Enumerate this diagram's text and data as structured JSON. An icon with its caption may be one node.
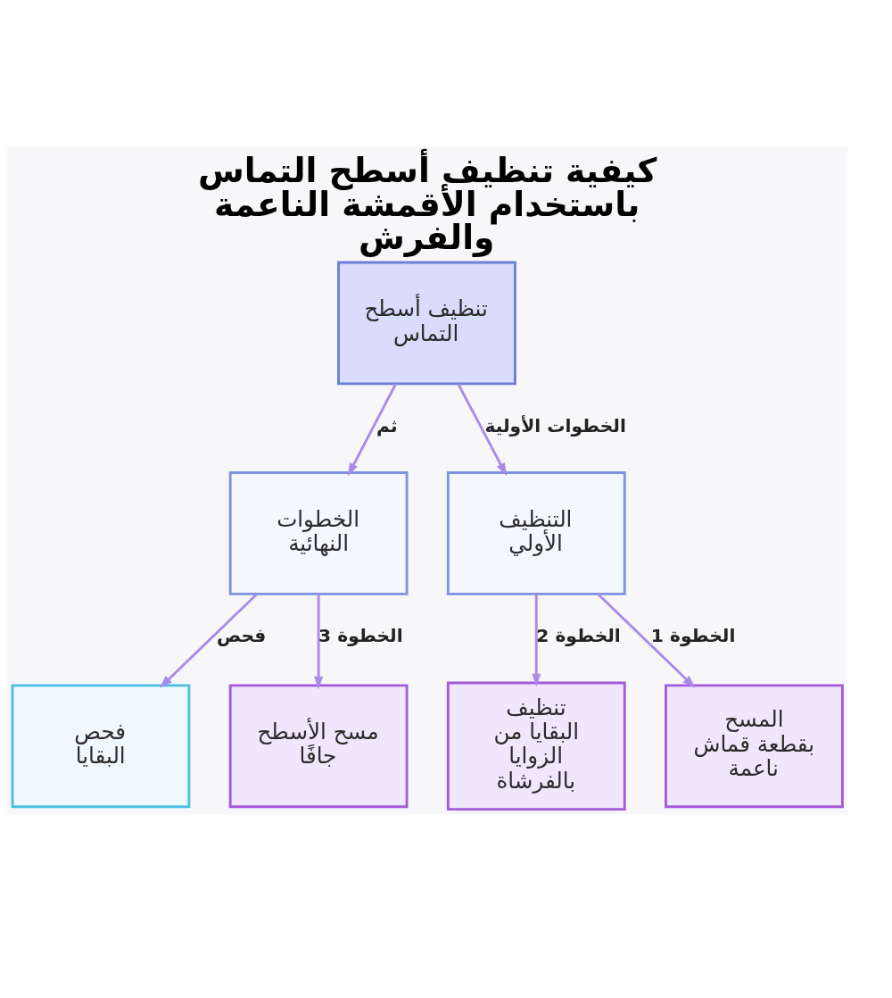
{
  "diagram": {
    "title": "كيفية تنظيف أسطح التماس باستخدام الأقمشة الناعمة والفرش",
    "nodes": [
      {
        "text": [
          "تنظيف أسطح التماس"
        ]
      },
      {
        "text": [
          "التنظيف الأولي"
        ]
      },
      {
        "text": [
          "الخطوات النهائية"
        ]
      },
      {
        "text": [
          "المسح بقطعة قماش ناعمة"
        ]
      },
      {
        "text": [
          "تنظيف البقايا من الزوايا بالفرشاة"
        ]
      },
      {
        "text": [
          "مسح الأسطح جافًا"
        ]
      },
      {
        "text": [
          "فحص البقايا"
        ]
      }
    ],
    "edges": [
      {
        "from": 0,
        "to": 1,
        "arrow": "to",
        "label": "الخطوات الأولية"
      },
      {
        "from": 0,
        "to": 2,
        "arrow": "to",
        "label": "ثم"
      },
      {
        "from": 1,
        "to": 3,
        "arrow": "to",
        "label": "الخطوة 1"
      },
      {
        "from": 1,
        "to": 4,
        "arrow": "to",
        "label": "الخطوة 2"
      },
      {
        "from": 2,
        "to": 5,
        "arrow": "to",
        "label": "الخطوة 3"
      },
      {
        "from": 2,
        "to": 6,
        "arrow": "to",
        "label": "فحص"
      }
    ]
  }
}
